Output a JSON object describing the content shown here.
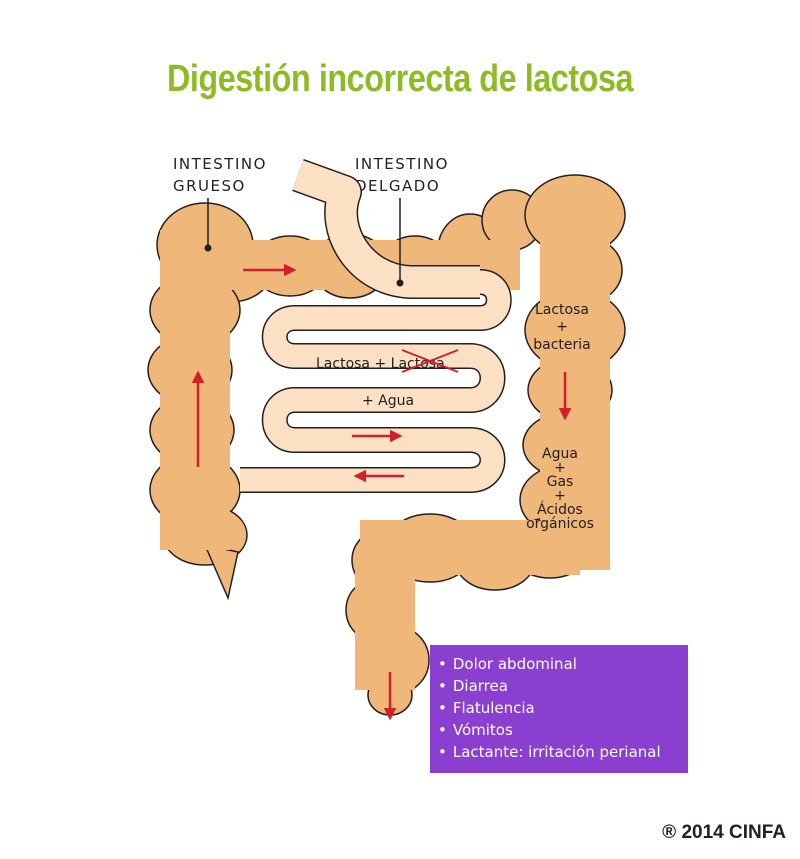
{
  "title": "Digestión incorrecta de lactosa",
  "labels": {
    "large_intestine": [
      "INTESTINO",
      "GRUESO"
    ],
    "small_intestine": [
      "INTESTINO",
      "DELGADO"
    ]
  },
  "small_intestine_text": {
    "line1_prefix": "Lactosa + ",
    "line1_crossed": "Lactosa",
    "line2": "+ Agua"
  },
  "colon_text": [
    "Lactosa",
    "+",
    "bacteria",
    "Agua",
    "+",
    "Gas",
    "+",
    "Ácidos",
    "orgánicos"
  ],
  "symptoms": [
    "Dolor abdominal",
    "Diarrea",
    "Flatulencia",
    "Vómitos",
    "Lactante: irritación perianal"
  ],
  "copyright": "® 2014 CINFA",
  "colors": {
    "title": "#8dbb24",
    "large_intestine": "#f0b77a",
    "small_intestine": "#fbe0c3",
    "outline": "#231f20",
    "arrow": "#d21f2a",
    "symptoms_box": "#8a3fd1"
  }
}
